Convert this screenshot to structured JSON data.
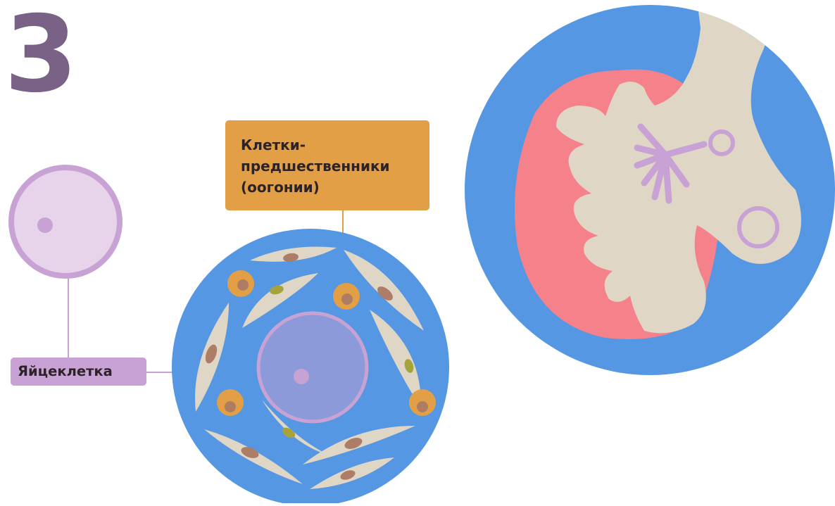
{
  "step": {
    "number": "3"
  },
  "labels": {
    "oogonia": "Клетки-\nпредшественники\n(оогонии)",
    "egg_cell": "Яйцеклетка"
  },
  "colors": {
    "step_number": "#7a6186",
    "blue_circle": "#5597e2",
    "stroma_cell": "#e0d6c6",
    "stroma_nucleus": "#ad7d67",
    "oogonium": "#e39f45",
    "oogonium_nucleus": "#ae7c63",
    "egg_fill": "#e8d4ea",
    "egg_ring": "#c8a2d4",
    "egg_nucleus": "#c8a2d4",
    "oogonia_label_bg": "#e39f45",
    "egg_label_bg": "#c8a2d4",
    "connector_orange": "#e39f45",
    "connector_purple": "#c8a2d4",
    "small_nucleus_olive": "#a6a33a",
    "ovary_cortex": "#f5818a",
    "ovary_tissue": "#e0d6c6",
    "follicle_ring": "#c8a2d4"
  }
}
